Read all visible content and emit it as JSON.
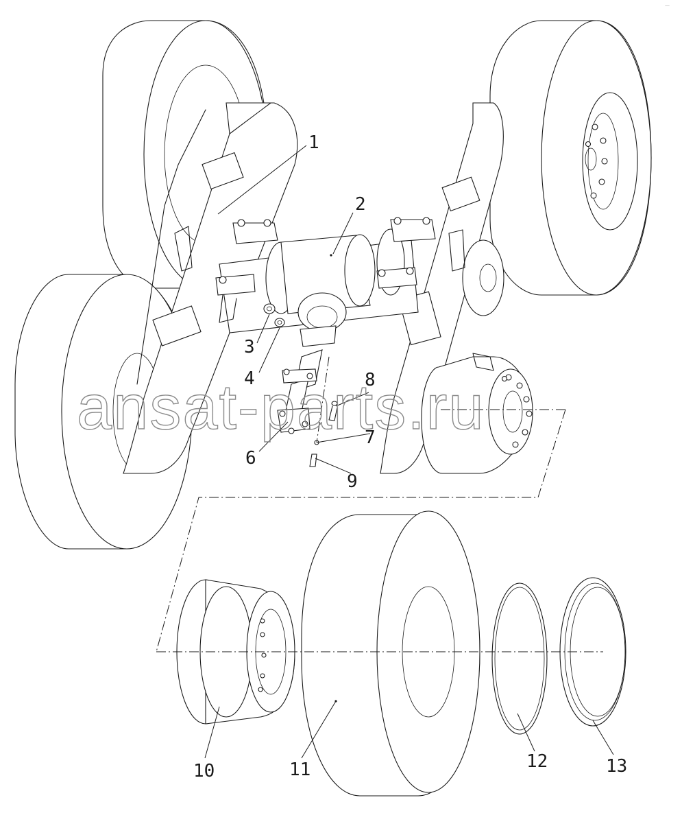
{
  "watermark": "ansat-parts.ru",
  "corner_mark": "—",
  "callouts": [
    {
      "id": "1",
      "label": "1"
    },
    {
      "id": "2",
      "label": "2"
    },
    {
      "id": "3",
      "label": "3"
    },
    {
      "id": "4",
      "label": "4"
    },
    {
      "id": "6",
      "label": "6"
    },
    {
      "id": "7",
      "label": "7"
    },
    {
      "id": "8",
      "label": "8"
    },
    {
      "id": "9",
      "label": "9"
    },
    {
      "id": "10",
      "label": "10"
    },
    {
      "id": "11",
      "label": "11"
    },
    {
      "id": "12",
      "label": "12"
    },
    {
      "id": "13",
      "label": "13"
    }
  ],
  "colors": {
    "line": "#1a1a1a",
    "watermark": "#8a8a8a",
    "background": "#ffffff"
  }
}
